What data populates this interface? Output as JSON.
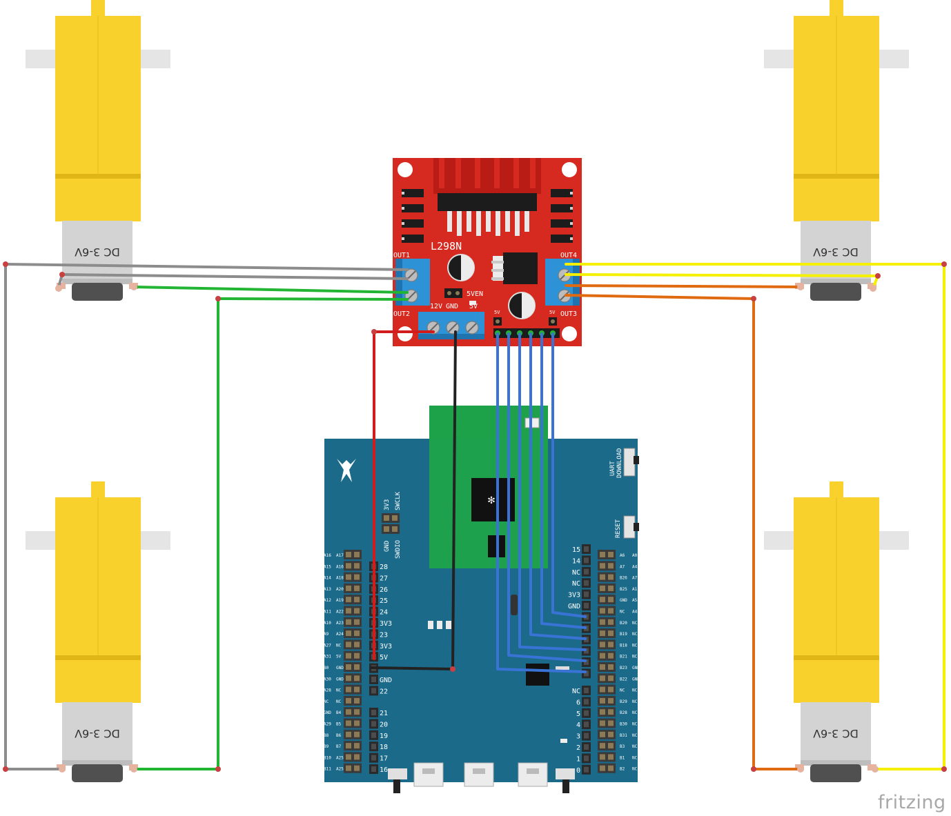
{
  "motor": {
    "label": "DC 3-6V"
  },
  "driver": {
    "title": "L298N",
    "out1": "OUT1",
    "out2": "OUT2",
    "out3": "OUT3",
    "out4": "OUT4",
    "enable": "5VEN",
    "power": [
      "12V",
      "GND",
      "5V"
    ],
    "pin5v": "5V"
  },
  "board": {
    "swd": [
      "3V3",
      "SWCLK",
      "GND",
      "SWDIO"
    ],
    "left_header": [
      "28",
      "27",
      "26",
      "25",
      "24",
      "3V3",
      "23",
      "3V3",
      "5V",
      "",
      "GND",
      "22"
    ],
    "left_header_b": [
      "21",
      "20",
      "19",
      "18",
      "17",
      "16"
    ],
    "right_header": [
      "15",
      "14",
      "NC",
      "NC",
      "3V3",
      "GND",
      "",
      "",
      "",
      "",
      "",
      ""
    ],
    "right_header_b": [
      "NC",
      "6",
      "5",
      "4",
      "3",
      "2",
      "1",
      "0"
    ],
    "far_left": [
      [
        "A16",
        "A17"
      ],
      [
        "A15",
        "A16"
      ],
      [
        "A14",
        "A18"
      ],
      [
        "A13",
        "A20"
      ],
      [
        "A12",
        "A19"
      ],
      [
        "A11",
        "A22"
      ],
      [
        "A10",
        "A23"
      ],
      [
        "A9",
        "A24"
      ],
      [
        "A27",
        "NC"
      ],
      [
        "A31",
        "5V"
      ],
      [
        "B0",
        "GND"
      ],
      [
        "A30",
        "GND"
      ],
      [
        "A28",
        "NC"
      ],
      [
        "NC",
        "NC"
      ],
      [
        "GND",
        "B4"
      ],
      [
        "A29",
        "B5"
      ],
      [
        "B8",
        "B6"
      ],
      [
        "B9",
        "B7"
      ],
      [
        "B10",
        "A25"
      ],
      [
        "B11",
        "A25"
      ]
    ],
    "far_right": [
      [
        "A6",
        "A0"
      ],
      [
        "A7",
        "A4"
      ],
      [
        "B26",
        "A7"
      ],
      [
        "B25",
        "A1"
      ],
      [
        "GND",
        "A5"
      ],
      [
        "NC",
        "A4"
      ],
      [
        "B20",
        "NC"
      ],
      [
        "B19",
        "NC"
      ],
      [
        "B18",
        "NC"
      ],
      [
        "B21",
        "NC"
      ],
      [
        "B23",
        "GND"
      ],
      [
        "B22",
        "GND"
      ],
      [
        "NC",
        "NC"
      ],
      [
        "B29",
        "NC"
      ],
      [
        "B28",
        "NC"
      ],
      [
        "B30",
        "NC"
      ],
      [
        "B31",
        "NC"
      ],
      [
        "B3",
        "NC"
      ],
      [
        "B1",
        "NC"
      ],
      [
        "B2",
        "NC"
      ]
    ],
    "uart": [
      "UART",
      "DOWNLOAD"
    ],
    "reset": "RESET"
  },
  "colors": {
    "motor_yellow": "#f9d12c",
    "motor_gear": "#d4d4d4",
    "driver_red": "#d62a20",
    "terminal_blue": "#2e93d6",
    "board_blue": "#1b6a8a",
    "module_green": "#1ea24a",
    "wire_gray": "#8c8c8c",
    "wire_green": "#21b533",
    "wire_yellow": "#f5f000",
    "wire_orange": "#e06a10",
    "wire_red": "#d21b1b",
    "wire_black": "#222222",
    "wire_blue": "#3a73d6"
  },
  "brand": "fritzing"
}
